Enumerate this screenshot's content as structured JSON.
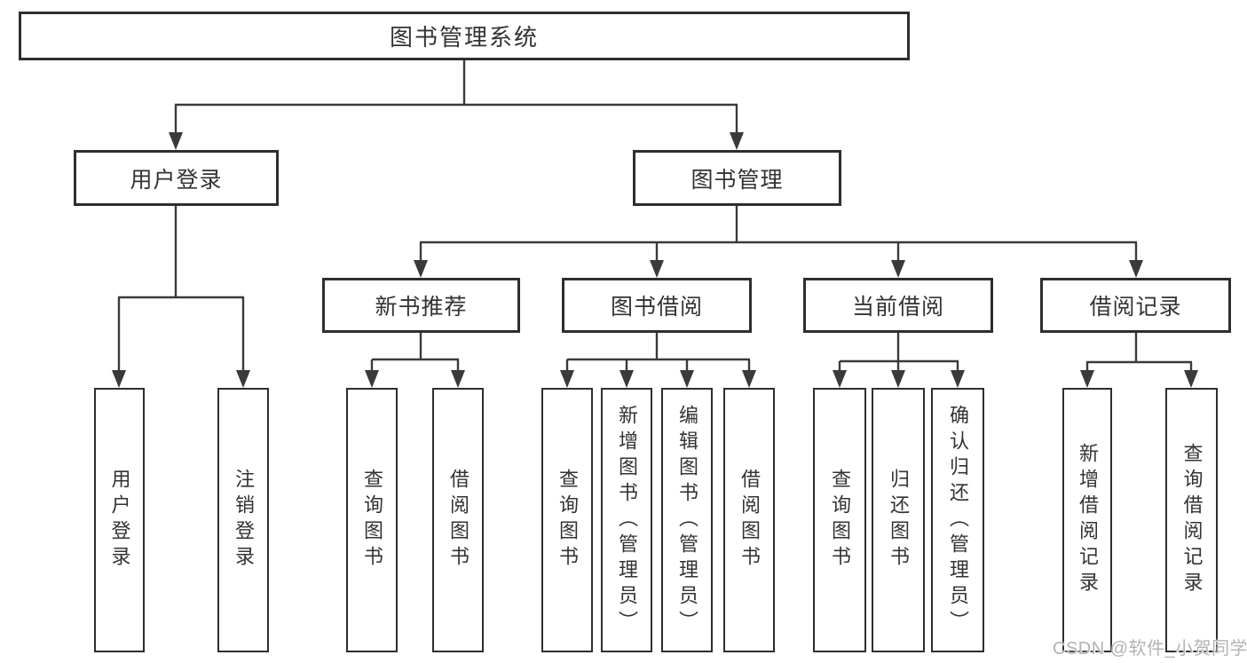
{
  "diagram": {
    "root": {
      "label": "图书管理系统",
      "children": [
        {
          "label": "用户登录",
          "children": [
            {
              "label": "用户登录"
            },
            {
              "label": "注销登录"
            }
          ]
        },
        {
          "label": "图书管理",
          "children": [
            {
              "label": "新书推荐",
              "children": [
                {
                  "label": "查询图书"
                },
                {
                  "label": "借阅图书"
                }
              ]
            },
            {
              "label": "图书借阅",
              "children": [
                {
                  "label": "查询图书"
                },
                {
                  "label": "新增图书（管理员）"
                },
                {
                  "label": "编辑图书（管理员）"
                },
                {
                  "label": "借阅图书"
                }
              ]
            },
            {
              "label": "当前借阅",
              "children": [
                {
                  "label": "查询图书"
                },
                {
                  "label": "归还图书"
                },
                {
                  "label": "确认归还（管理员）"
                }
              ]
            },
            {
              "label": "借阅记录",
              "children": [
                {
                  "label": "新增借阅记录"
                },
                {
                  "label": "查询借阅记录"
                }
              ]
            }
          ]
        }
      ]
    },
    "colors": {
      "line": "#3a3a3a",
      "box_border": "#2e2e2e",
      "text": "#333333",
      "background": "#ffffff",
      "watermark": "#b3b3b3"
    }
  },
  "watermark": {
    "text": "CSDN @软件_小贺同学"
  }
}
